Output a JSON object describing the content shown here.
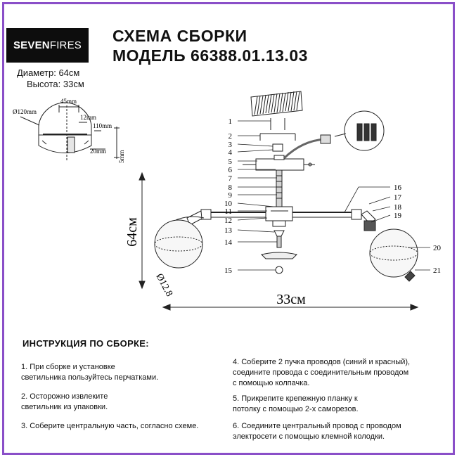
{
  "brand": {
    "part1": "SEVEN",
    "part2": "FIRES"
  },
  "title": {
    "line1": "СХЕМА СБОРКИ",
    "line2": "МОДЕЛЬ 66388.01.13.03"
  },
  "specs": {
    "diameter": "Диаметр: 64см",
    "height": "Высота: 33см"
  },
  "dimensions": {
    "height_label": "64см",
    "width_label": "33см",
    "shade_diameter": "Ø12.8",
    "canopy_diameter": "Ø120mm",
    "d45": "45mm",
    "d12": "12mm",
    "d110": "110mm",
    "d20": "20mm",
    "d5": "5mm"
  },
  "parts": [
    "1",
    "2",
    "3",
    "4",
    "5",
    "6",
    "7",
    "8",
    "9",
    "10",
    "11",
    "12",
    "13",
    "14",
    "15",
    "16",
    "17",
    "18",
    "19",
    "20",
    "21"
  ],
  "instructions": {
    "heading": "ИНСТРУКЦИЯ ПО СБОРКЕ:",
    "steps": [
      {
        "l1": "1. При сборке и установке",
        "l2": "светильника пользуйтесь перчатками."
      },
      {
        "l1": "2. Осторожно извлеките",
        "l2": "светильник из упаковки."
      },
      {
        "l1": "3. Соберите центральную часть, согласно схеме.",
        "l2": ""
      },
      {
        "l1": "4. Соберите 2 пучка проводов (синий и красный),",
        "l2": "соедините провода с соединительным проводом",
        "l3": "с помощью колпачка."
      },
      {
        "l1": "5. Прикрепите крепежную планку к",
        "l2": "потолку с помощью 2-х саморезов."
      },
      {
        "l1": "6. Соедините центральный провод с проводом",
        "l2": "электросети с помощью клемной колодки."
      }
    ]
  }
}
